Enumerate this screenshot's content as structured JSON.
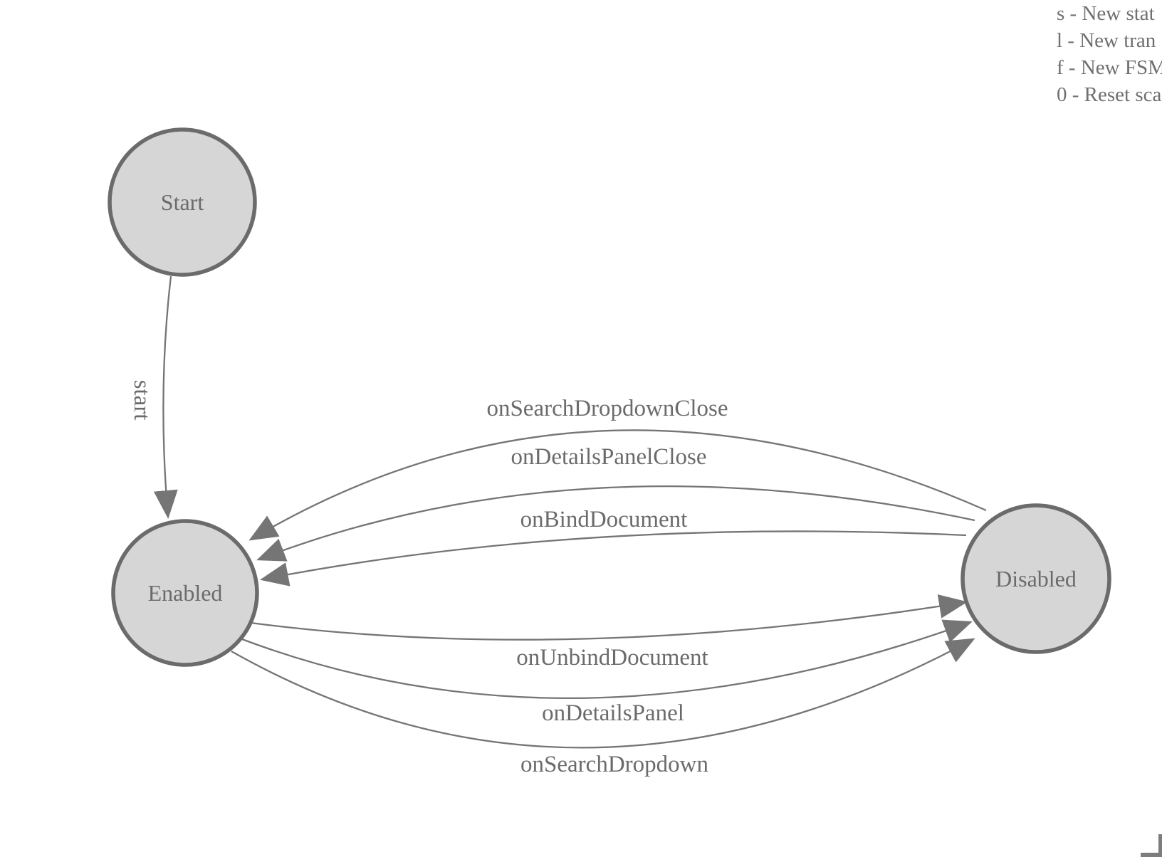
{
  "legend": {
    "lines": [
      "s - New stat",
      "l - New tran",
      "f - New FSM",
      "0 - Reset sca"
    ]
  },
  "fsm": {
    "states": {
      "start": "Start",
      "enabled": "Enabled",
      "disabled": "Disabled"
    },
    "initial_transition_label": "start",
    "disabled_to_enabled": [
      "onSearchDropdownClose",
      "onDetailsPanelClose",
      "onBindDocument"
    ],
    "enabled_to_disabled": [
      "onUnbindDocument",
      "onDetailsPanel",
      "onSearchDropdown"
    ]
  },
  "colors": {
    "node_fill": "#d6d6d6",
    "node_stroke": "#6b6b6b",
    "edge_stroke": "#757575",
    "text_color": "#6b6b6b",
    "corner_color": "#7d7d7d"
  }
}
